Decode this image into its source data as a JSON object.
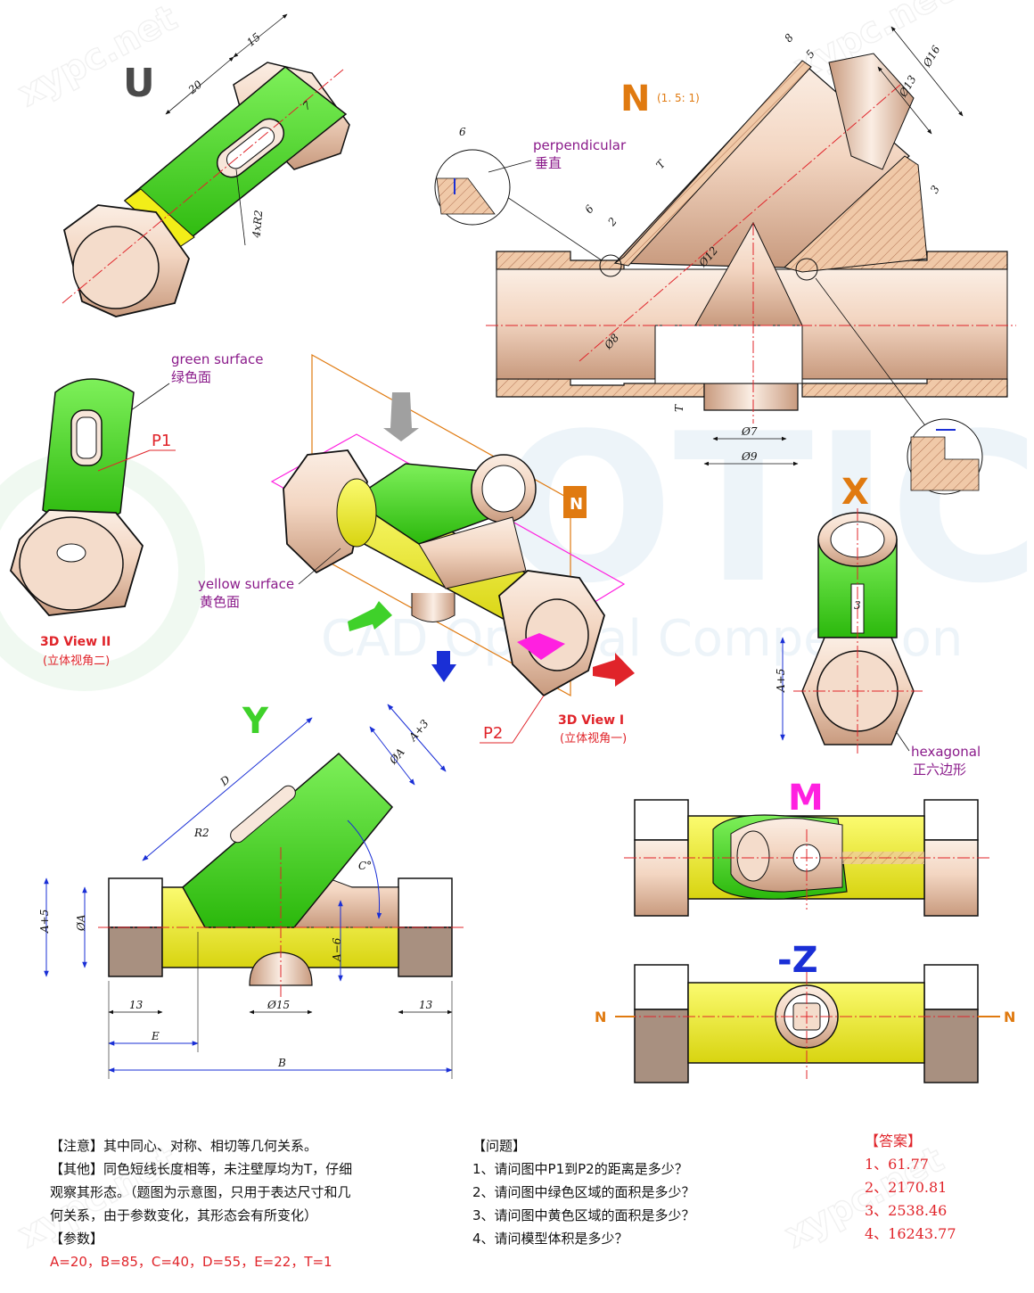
{
  "watermark": {
    "site": "xypc.net",
    "big": "OTICS",
    "sub": "CAD Optimal Competition"
  },
  "views": {
    "U": "U",
    "N": "N",
    "N_scale": "(1. 5: 1)",
    "X": "X",
    "Y": "Y",
    "M": "M",
    "negZ": "-Z",
    "N_small": "N",
    "view2_title": "3D View II",
    "view2_sub": "(立体视角二)",
    "view1_title": "3D View I",
    "view1_sub": "(立体视角一)"
  },
  "callouts": {
    "perpendicular_en": "perpendicular",
    "perpendicular_cn": "垂直",
    "green_en": "green surface",
    "green_cn": "绿色面",
    "yellow_en": "yellow surface",
    "yellow_cn": "黄色面",
    "hex_en": "hexagonal",
    "hex_cn": "正六边形",
    "P1": "P1",
    "P2": "P2"
  },
  "dimensions": {
    "u_20": "20",
    "u_15": "15",
    "u_7": "7",
    "u_4xR2": "4xR2",
    "n_8": "8",
    "n_5": "5",
    "n_d16": "Ø16",
    "n_d13": "Ø13",
    "n_6": "6",
    "n_6b": "6",
    "n_2": "2",
    "n_T": "T",
    "n_T2": "T",
    "n_3": "3",
    "n_d12": "Ø12",
    "n_d8": "Ø8",
    "n_d7": "Ø7",
    "n_d9": "Ø9",
    "x_3": "3",
    "x_A5": "A+5",
    "y_D": "D",
    "y_A3": "A+3",
    "y_dA": "ØA",
    "y_R2": "R2",
    "y_C": "C°",
    "y_A5": "A+5",
    "y_dA2": "ØA",
    "y_A6": "A−6",
    "y_13a": "13",
    "y_d15": "Ø15",
    "y_13b": "13",
    "y_E": "E",
    "y_B": "B"
  },
  "notes": {
    "line1": "【注意】其中同心、对称、相切等几何关系。",
    "line2": "【其他】同色短线长度相等，未注壁厚均为T，仔细",
    "line3": "观察其形态。（题图为示意图，只用于表达尺寸和几",
    "line4": "何关系，由于参数变化，其形态会有所变化）",
    "line5": "【参数】",
    "params": "A=20，B=85，C=40，D=55，E=22，T=1"
  },
  "questions": {
    "title": "【问题】",
    "q1": "1、请问图中P1到P2的距离是多少？",
    "q2": "2、请问图中绿色区域的面积是多少？",
    "q3": "3、请问图中黄色区域的面积是多少？",
    "q4": "4、请问模型体积是多少？"
  },
  "answers": {
    "title": "【答案】",
    "a1": "1、61.77",
    "a2": "2、2170.81",
    "a3": "3、2538.46",
    "a4": "4、16243.77"
  },
  "colors": {
    "green": "#3fd12a",
    "yellow": "#f2f02a",
    "pipe": "#f0d8c8",
    "hatch": "#e7b898",
    "red": "#e0242a",
    "blue": "#1a2fd6",
    "purple": "#8a1a8a",
    "orange": "#e07a10",
    "magenta": "#ff20e0"
  }
}
